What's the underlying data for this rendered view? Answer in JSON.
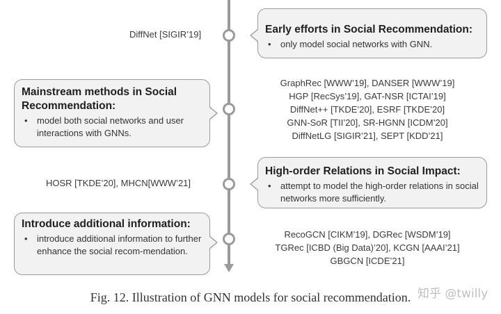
{
  "callouts": [
    {
      "title_lines": [
        "Early efforts in Social Recommendation:"
      ],
      "bullets": [
        "only model social networks with GNN."
      ]
    },
    {
      "title_lines": [
        "Mainstream methods in Social",
        "Recommendation:"
      ],
      "bullets": [
        "model both social networks and user interactions with GNNs."
      ]
    },
    {
      "title_lines": [
        "High-order Relations in Social Impact:"
      ],
      "bullets": [
        "attempt to model the high-order relations in social networks more sufficiently."
      ]
    },
    {
      "title_lines": [
        "Introduce additional information:"
      ],
      "bullets": [
        "introduce additional information to further enhance the social recom-mendation."
      ]
    }
  ],
  "references": [
    {
      "lines": [
        "DiffNet [SIGIR’19]"
      ]
    },
    {
      "lines": [
        "GraphRec [WWW’19], DANSER [WWW’19]",
        "HGP [RecSys’19], GAT-NSR [ICTAI’19]",
        "DiffNet++ [TKDE’20], ESRF [TKDE’20]",
        "GNN-SoR [TII’20], SR-HGNN [ICDM’20]",
        "DiffNetLG [SIGIR’21], SEPT [KDD’21]"
      ]
    },
    {
      "lines": [
        "HOSR [TKDE’20], MHCN[WWW’21]"
      ]
    },
    {
      "lines": [
        "RecoGCN [CIKM’19], DGRec [WSDM’19]",
        "TGRec [ICBD (Big Data)’20], KCGN [AAAI’21]",
        "GBGCN [ICDE’21]"
      ]
    }
  ],
  "caption": "Fig. 12.  Illustration of GNN models for social recommendation.",
  "watermark": "知乎 @twilly",
  "colors": {
    "axis": "#9a9a9a",
    "box_fill": "#f2f2f2",
    "box_border": "#9a9a9a"
  }
}
